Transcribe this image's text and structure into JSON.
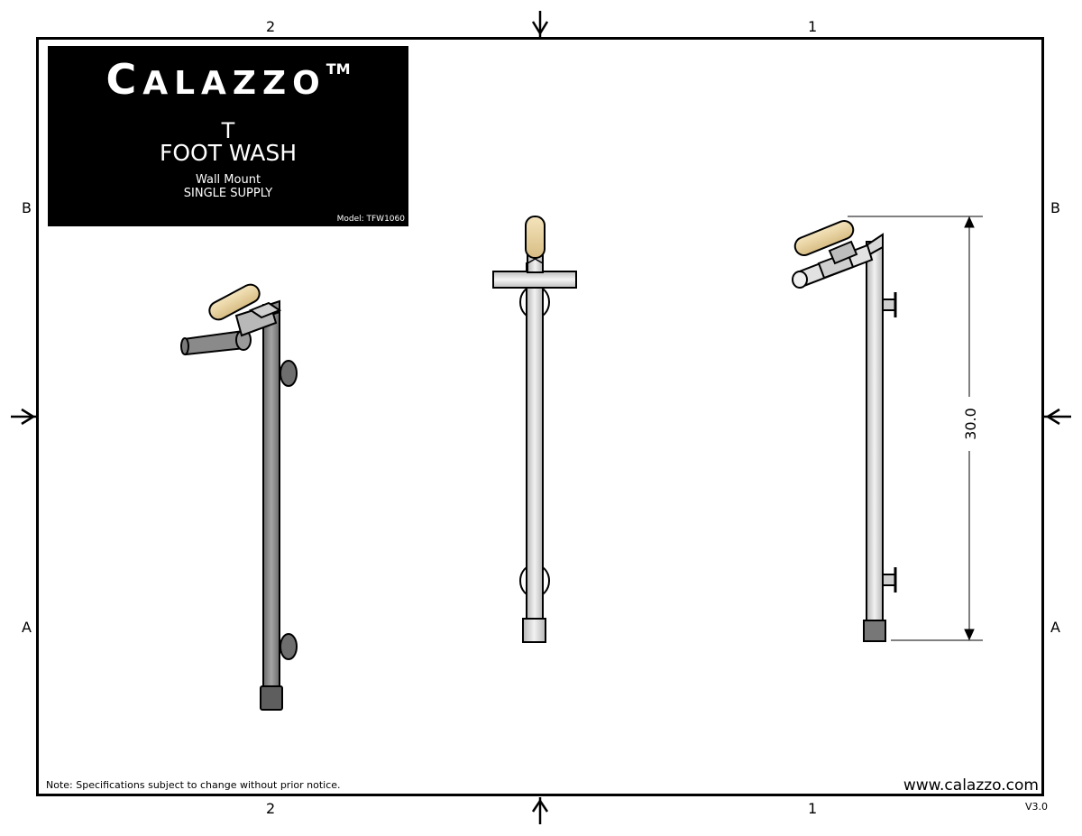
{
  "title_block": {
    "brand_main": "CALAZZO",
    "brand_initial": "C",
    "brand_rest": "ALAZZO",
    "trademark": "TM",
    "product_letter": "T",
    "product_name": "FOOT WASH",
    "mount_type": "Wall Mount",
    "supply_type": "SINGLE SUPPLY",
    "model": "Model: TFW1060"
  },
  "zones": {
    "top_left": "2",
    "top_right": "1",
    "bottom_left": "2",
    "bottom_right": "1",
    "left_upper": "B",
    "left_lower": "A",
    "right_upper": "B",
    "right_lower": "A"
  },
  "dimension": {
    "height_label": "30.0"
  },
  "footer": {
    "note": "Note: Specifications subject to change without prior notice.",
    "website": "www.calazzo.com",
    "version": "V3.0"
  },
  "colors": {
    "pipe_gray": "#8a8a8a",
    "pipe_light": "#d2d2d2",
    "handle_tan": "#e6cf9b",
    "fitting_dark": "#6e6e6e"
  }
}
